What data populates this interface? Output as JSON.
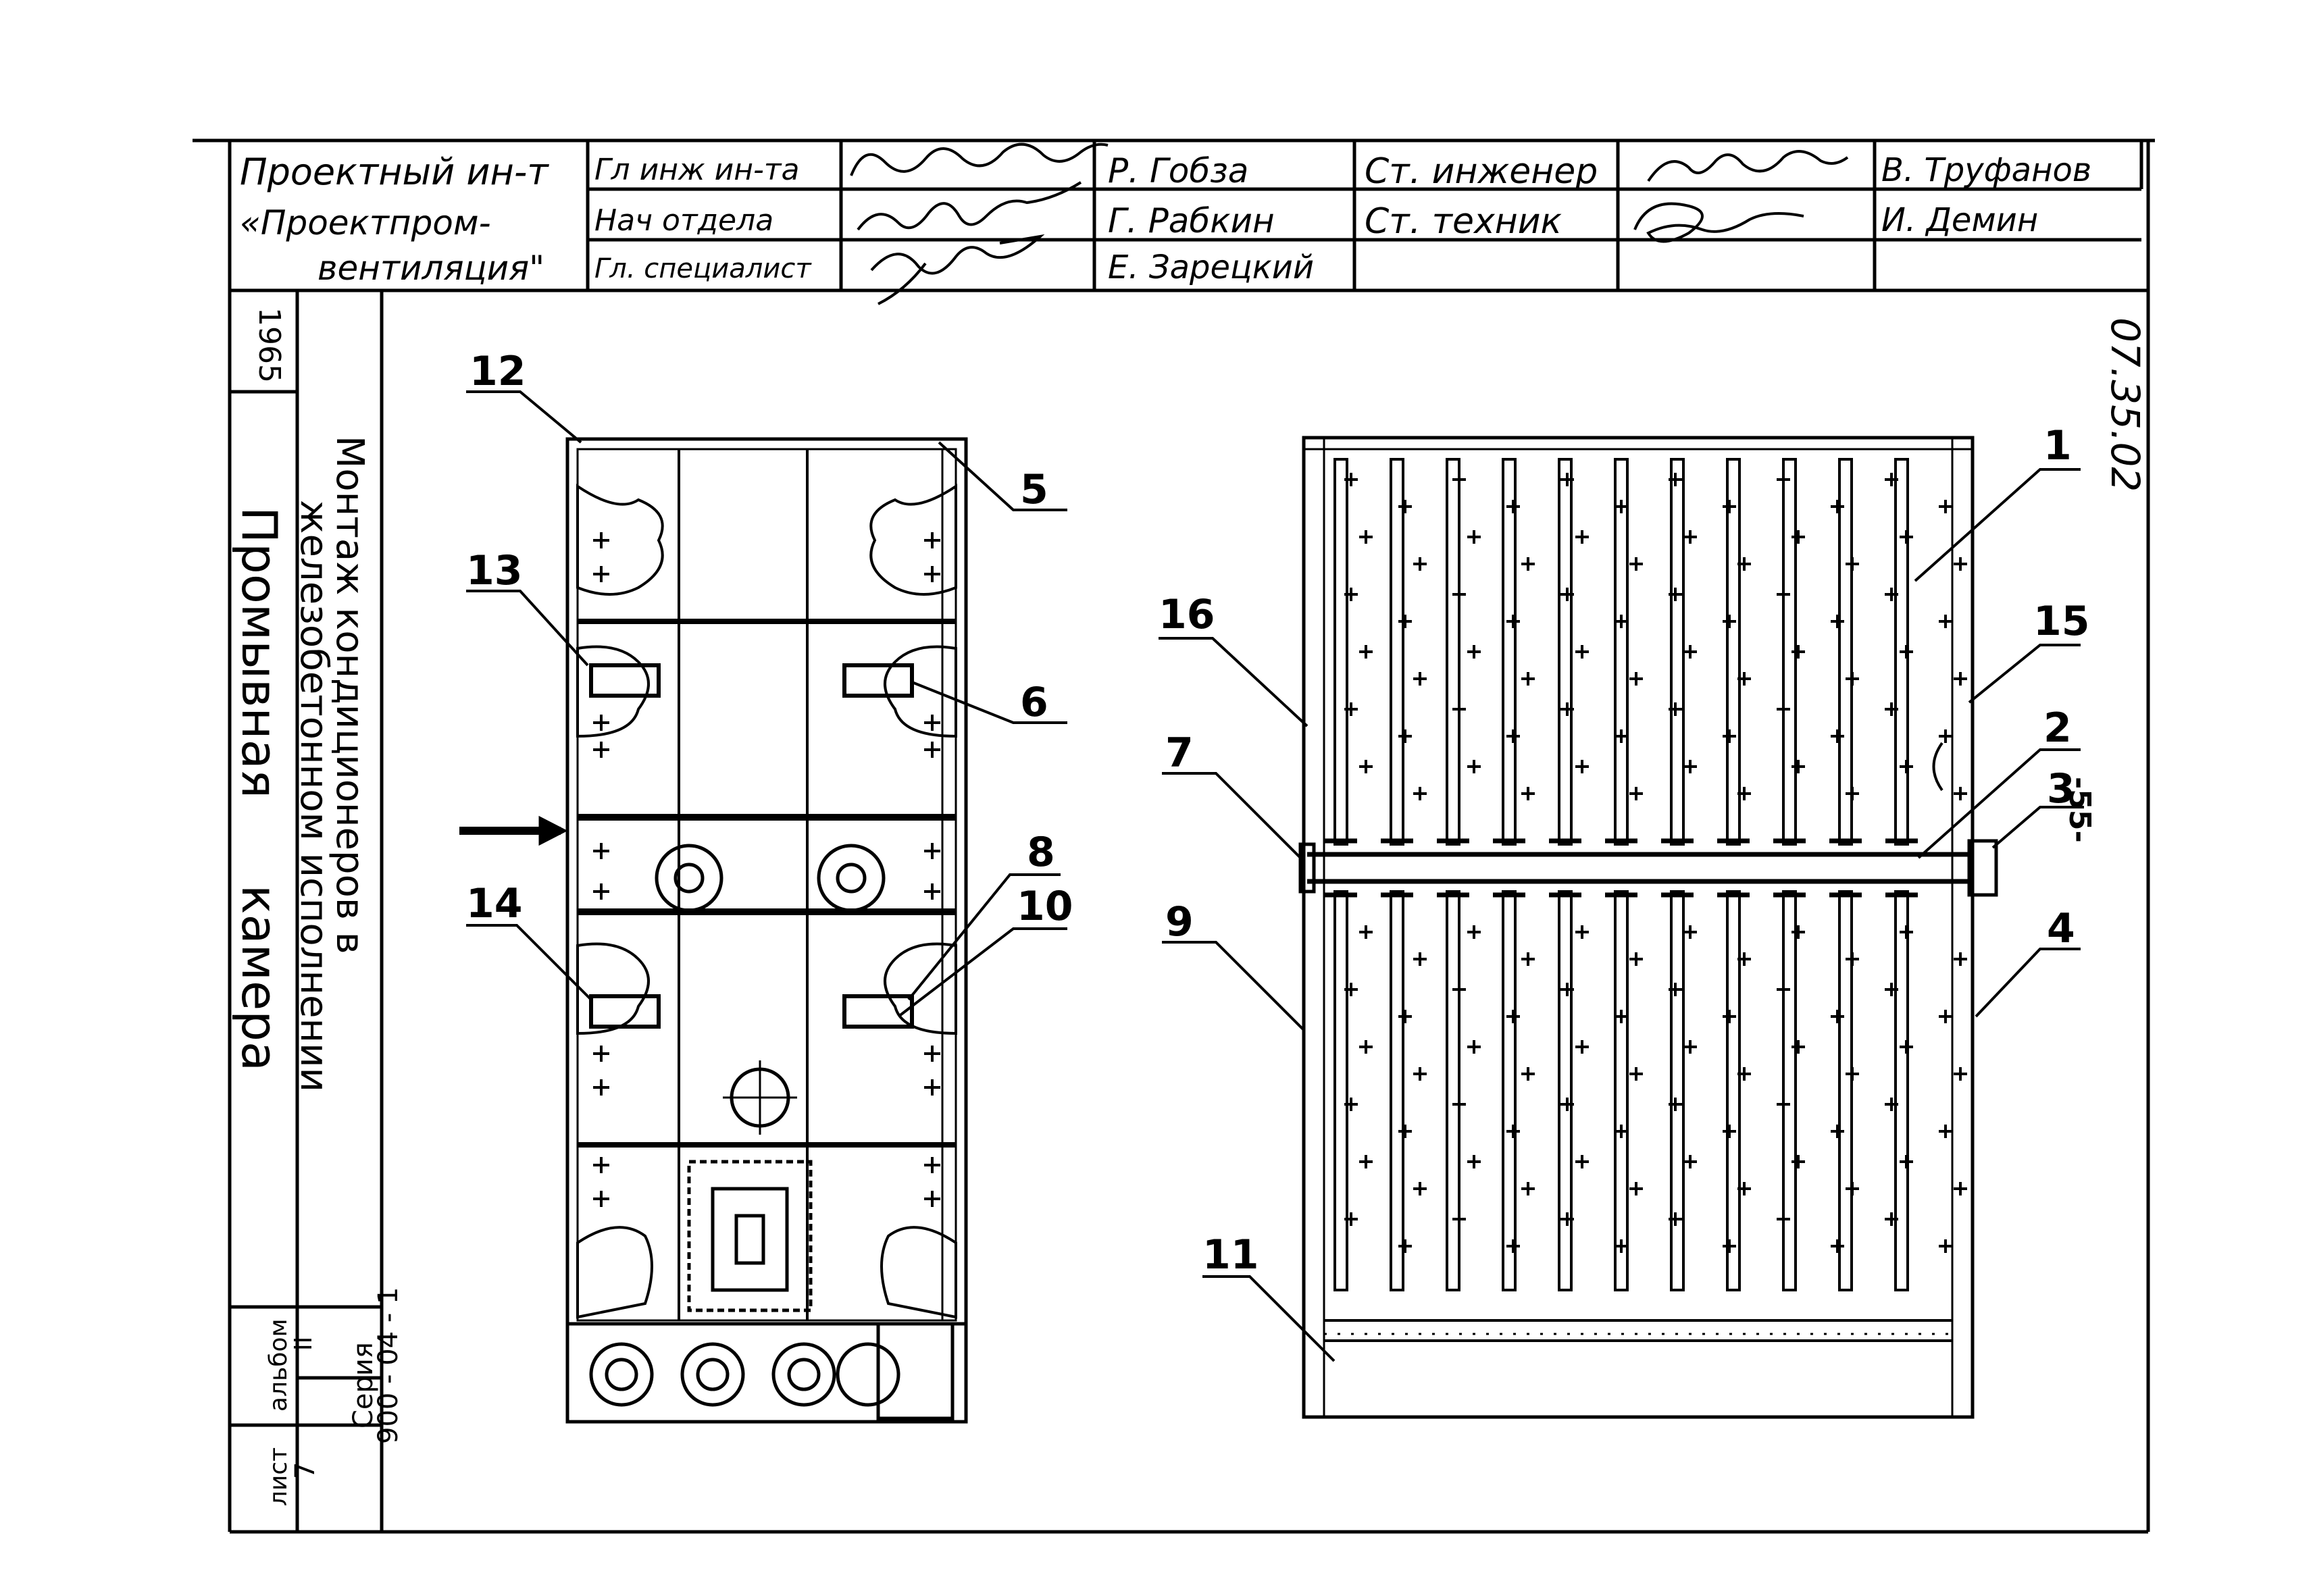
{
  "title_block": {
    "institute_line1": "Проектный ин-т",
    "institute_line2": "«Проектпром-",
    "institute_line3": "вентиляция\"",
    "roles_left": [
      "Гл инж ин-та",
      "Нач отдела",
      "Гл. специалист"
    ],
    "names_left": [
      "Р. Гобза",
      "Г. Рабкин",
      "Е. Зарецкий"
    ],
    "roles_right": [
      "Ст. инженер",
      "Ст. техник"
    ],
    "names_right": [
      "В. Труфанов",
      "И. Демин"
    ]
  },
  "sidebar": {
    "year": "1965",
    "description_line1": "Монтаж кондиционеров в",
    "description_line2": "железобетонном исполнении",
    "object_name_line1": "Промывная",
    "object_name_line2": "камера",
    "series_label": "Серия",
    "series_number": "900 - 04 - 1",
    "album_label": "альбом",
    "album_number": "II",
    "sheet_label": "лист",
    "sheet_number": "7"
  },
  "drawing_code": "07.35.02",
  "page_number": "-55-",
  "callouts": [
    "1",
    "2",
    "3",
    "4",
    "5",
    "6",
    "7",
    "8",
    "9",
    "10",
    "11",
    "12",
    "13",
    "14",
    "15",
    "16"
  ]
}
